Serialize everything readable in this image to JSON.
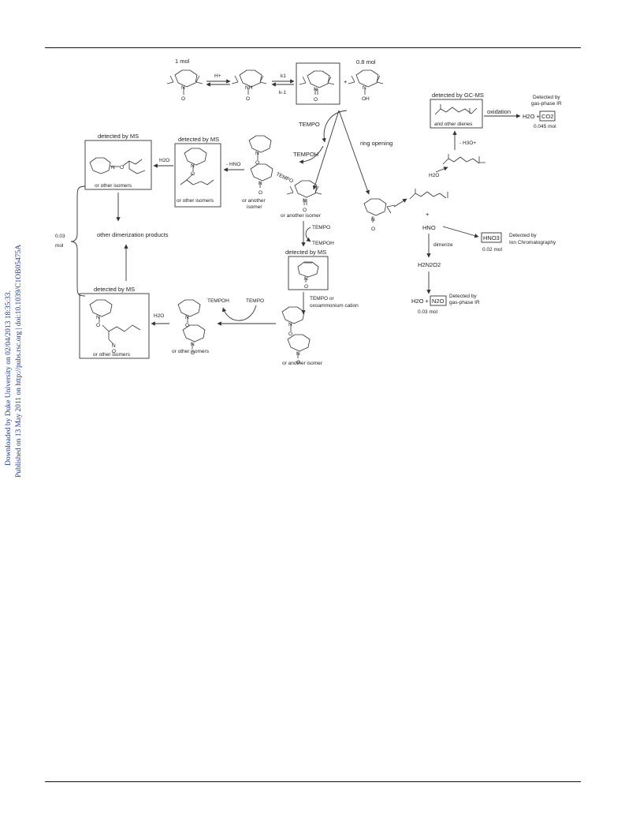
{
  "margin_note": {
    "line1": "Downloaded by Duke University on 02/04/2013 18:35:33.",
    "line2": "Published on 13 May 2011 on http://pubs.rsc.org | doi:10.1039/C1OB05475A",
    "color": "#1f3a93"
  },
  "scheme": {
    "one_mol": "1 mol",
    "h_plus": "H+",
    "k1": "k1",
    "k_minus1": "k-1",
    "point8_mol": "0.8 mol",
    "plus": "+",
    "tempo_1": "TEMPO",
    "tempoh_1": "TEMPOH",
    "tempo_diag": "TEMPO",
    "ring_opening": "ring opening",
    "detected_ms_1": "detected by MS",
    "detected_ms_2": "detected by MS",
    "detected_ms_3": "detected by MS",
    "detected_ms_4": "detected by MS",
    "detected_gcms": "detected by GC-MS",
    "and_other_dienes": "and other dienes",
    "oxidation": "oxidation",
    "detected_gas_ir_1": "Detected by",
    "detected_gas_ir_1b": "gas-phase IR",
    "h2o_co2": "H2O +",
    "co2": "CO2",
    "co2_mol": "0.045 mol",
    "minus_h3o": "- H3O+",
    "h2o_a": "H2O",
    "h2o_b": "H2O",
    "h2o_c": "H2O",
    "minus_hno": "- HNO",
    "or_other_isomers_1": "or other isomers",
    "or_other_isomers_2": "or other isomers",
    "or_other_isomers_3": "or other isomers",
    "or_other_isomers_4": "or other isomers",
    "or_another_isomer_1a": "or another",
    "or_another_isomer_1b": "isomer",
    "or_another_isomer_2": "or another isomer",
    "or_another_isomer_3": "or another isomer",
    "other_dimerization": "other dimerization products",
    "point03": "0.03",
    "mol": "mol",
    "tempo_2": "TEMPO",
    "tempoh_2": "TEMPOH",
    "tempo_or": "TEMPO or",
    "oxoammonium": "oxoammonium cation",
    "tempoh_3": "TEMPOH",
    "tempo_3": "TEMPO",
    "hno": "HNO",
    "dimerize": "dimerize",
    "hno3": "HNO3",
    "detected_by_ic": "Detected by",
    "ion_chromatography": "Ion Chromatography",
    "hno3_mol": "0.02 mol",
    "h2n2o2": "H2N2O2",
    "h2o_n2o": "H2O +",
    "n2o": "N2O",
    "detected_gas_ir_2": "Detected by",
    "detected_gas_ir_2b": "gas-phase IR",
    "n2o_mol": "0.03 mol"
  }
}
